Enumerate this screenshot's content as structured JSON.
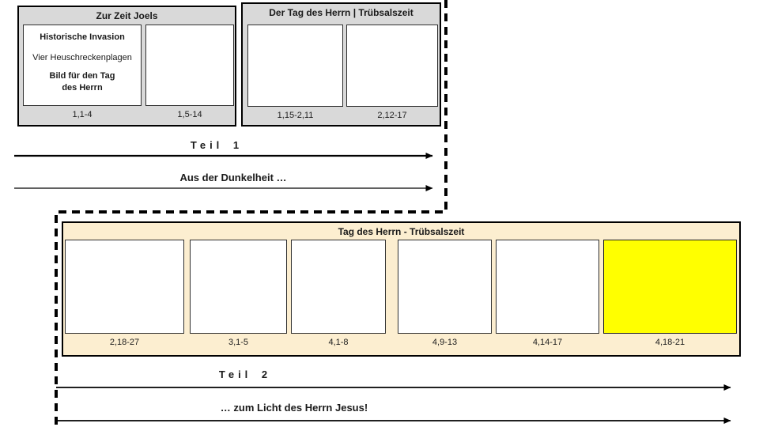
{
  "colors": {
    "panel_gray": "#d9d9d9",
    "panel_cream": "#fceed0",
    "highlight_yellow": "#ffff00",
    "box_white": "#ffffff",
    "line_black": "#000000"
  },
  "part1": {
    "teil_label": "Teil 1",
    "arrow_caption": "Aus der Dunkelheit …",
    "panel_joel": {
      "title": "Zur Zeit Joels",
      "boxes": [
        {
          "lines": [
            "Historische Invasion",
            "Vier Heuschreckenplagen",
            "Bild für den Tag",
            "des Herrn"
          ],
          "label": "1,1-4"
        },
        {
          "label": "1,5-14"
        }
      ]
    },
    "panel_day": {
      "title": "Der Tag des Herrn | Trübsalszeit",
      "boxes": [
        {
          "label": "1,15-2,11"
        },
        {
          "label": "2,12-17"
        }
      ]
    }
  },
  "part2": {
    "teil_label": "Teil 2",
    "arrow_caption": "… zum Licht des Herrn Jesus!",
    "panel": {
      "title": "Tag des Herrn - Trübsalszeit",
      "boxes": [
        {
          "label": "2,18-27",
          "highlight": false
        },
        {
          "label": "3,1-5",
          "highlight": false
        },
        {
          "label": "4,1-8",
          "highlight": false
        },
        {
          "label": "4,9-13",
          "highlight": false
        },
        {
          "label": "4,14-17",
          "highlight": false
        },
        {
          "label": "4,18-21",
          "highlight": true
        }
      ]
    }
  }
}
